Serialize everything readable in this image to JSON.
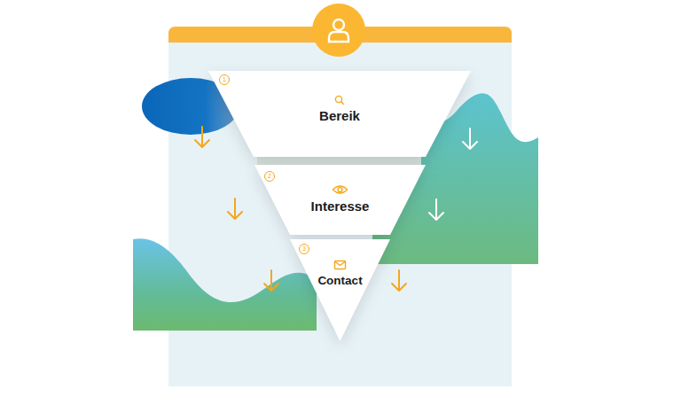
{
  "diagram": {
    "nodes": [
      {
        "text": [
          "Bereik"
        ]
      },
      {
        "text": [
          "Interesse"
        ]
      },
      {
        "text": [
          "Contact"
        ]
      }
    ],
    "labels": [
      "1",
      "2",
      "3"
    ]
  }
}
